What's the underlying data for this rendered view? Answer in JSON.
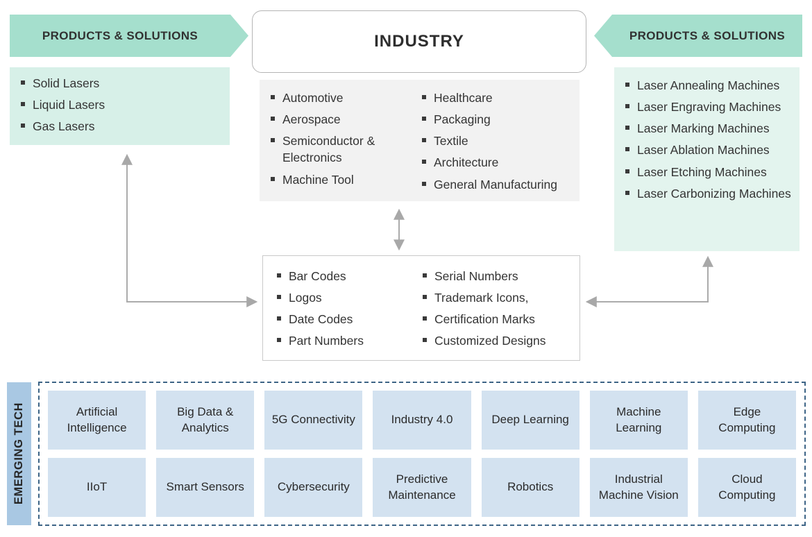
{
  "left_banner": {
    "label": "PRODUCTS & SOLUTIONS"
  },
  "right_banner": {
    "label": "PRODUCTS & SOLUTIONS"
  },
  "industry": {
    "title": "INDUSTRY",
    "col1": [
      "Automotive",
      "Aerospace",
      "Semiconductor & Electronics",
      "Machine Tool"
    ],
    "col2": [
      "Healthcare",
      "Packaging",
      "Textile",
      "Architecture",
      "General Manufacturing"
    ]
  },
  "left_products": {
    "items": [
      "Solid Lasers",
      "Liquid Lasers",
      "Gas Lasers"
    ]
  },
  "right_products": {
    "items": [
      "Laser Annealing Machines",
      "Laser Engraving Machines",
      "Laser Marking Machines",
      "Laser Ablation Machines",
      "Laser Etching Machines",
      "Laser Carbonizing Machines"
    ]
  },
  "markings": {
    "col1": [
      "Bar Codes",
      "Logos",
      "Date Codes",
      "Part Numbers"
    ],
    "col2": [
      "Serial Numbers",
      "Trademark Icons,",
      "Certification Marks",
      "Customized Designs"
    ]
  },
  "emerging_tech": {
    "label": "EMERGING TECH",
    "row1": [
      "Artificial Intelligence",
      "Big Data & Analytics",
      "5G Connectivity",
      "Industry 4.0",
      "Deep Learning",
      "Machine Learning",
      "Edge Computing"
    ],
    "row2": [
      "IIoT",
      "Smart Sensors",
      "Cybersecurity",
      "Predictive Maintenance",
      "Robotics",
      "Industrial Machine Vision",
      "Cloud Computing"
    ]
  },
  "colors": {
    "banner_teal": "#a5dfcd",
    "mint_box_left": "#d7f0e8",
    "mint_box_right": "#e3f4ee",
    "gray_box": "#f2f2f2",
    "blue_sidebar": "#a9c8e3",
    "blue_tile": "#d3e2f0",
    "dashed_border": "#3d6486",
    "arrow_gray": "#a8a8a8",
    "text_dark": "#333333"
  }
}
